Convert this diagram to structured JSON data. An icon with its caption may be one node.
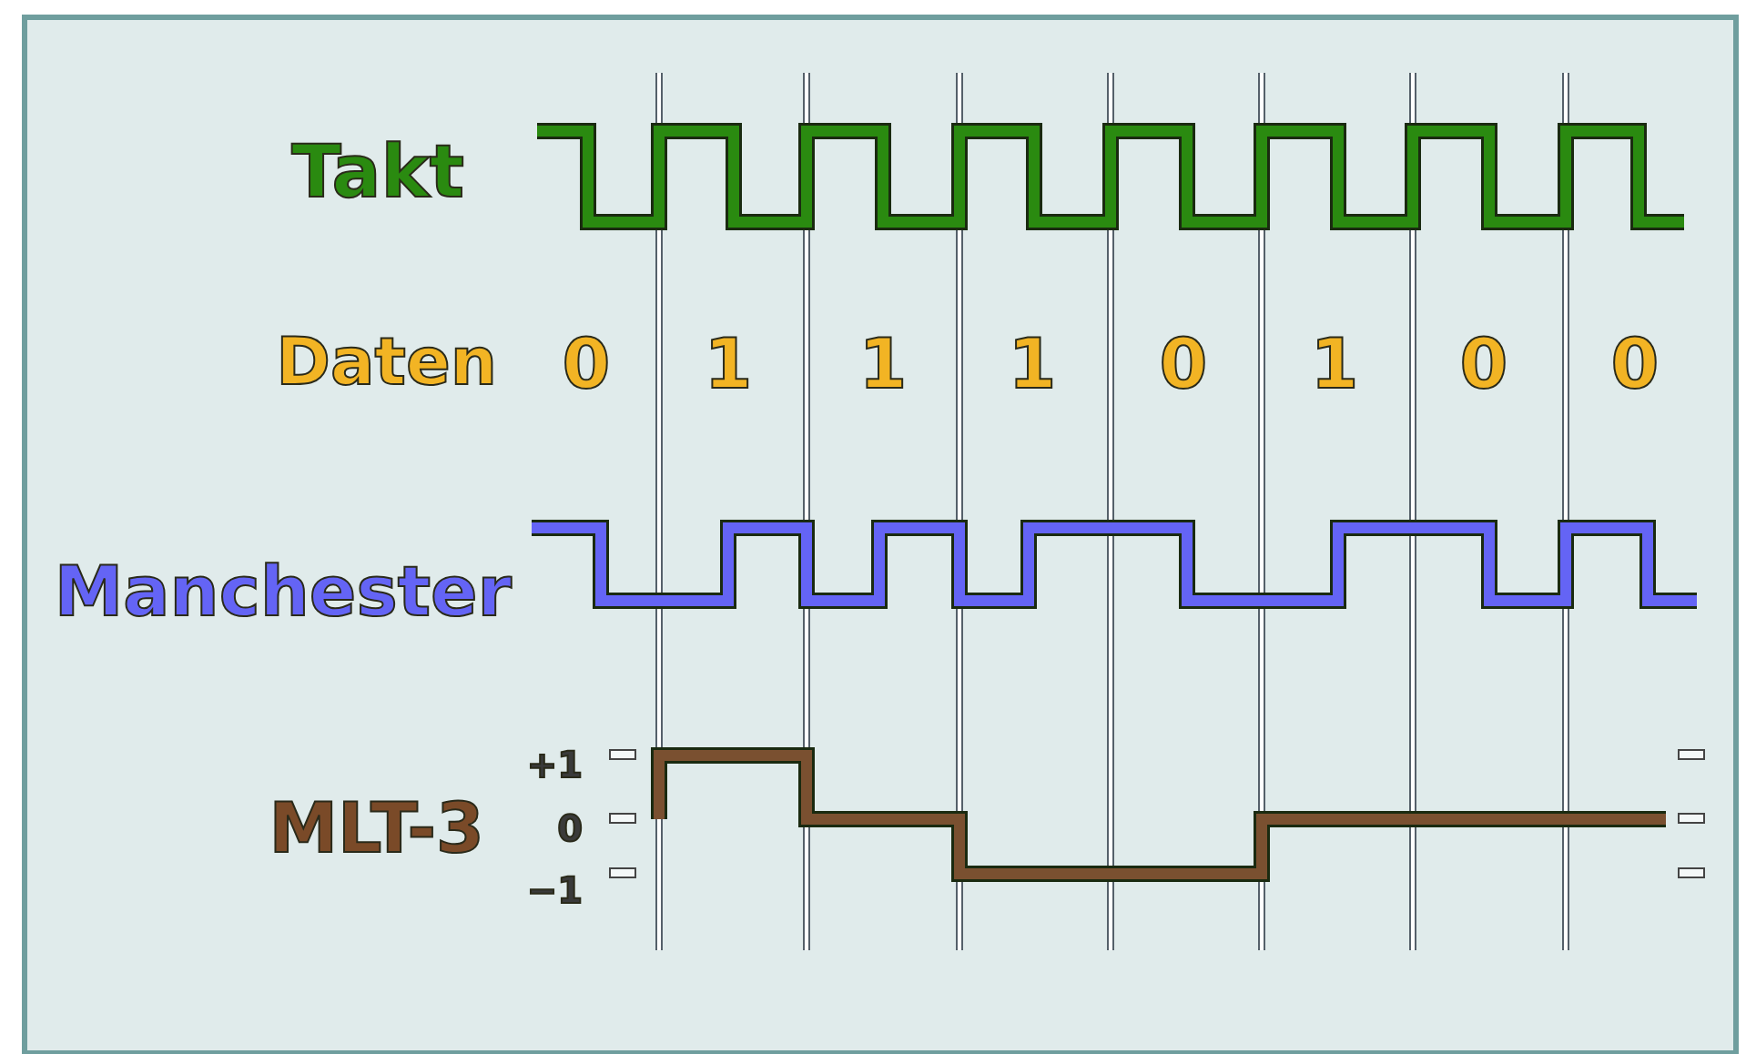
{
  "diagram": {
    "labels": [
      "Takt",
      "Daten",
      "0",
      "1",
      "1",
      "1",
      "0",
      "1",
      "0",
      "0",
      "Manchester",
      "MLT-3",
      "+1",
      "0",
      "−1"
    ]
  }
}
